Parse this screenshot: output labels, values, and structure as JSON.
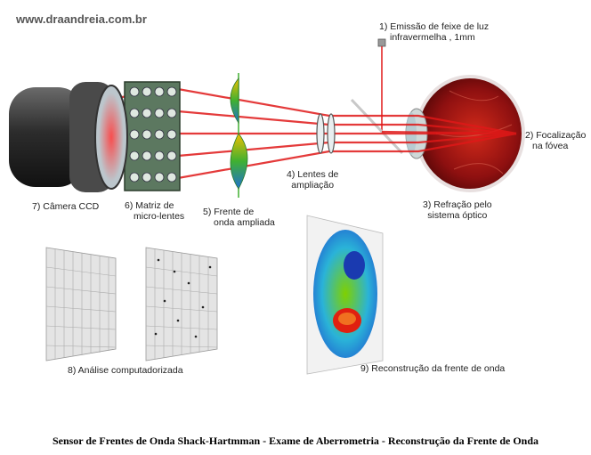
{
  "watermark": "www.draandreia.com.br",
  "labels": {
    "step1_line1": "1) Emissão de feixe de luz",
    "step1_line2": "infravermelha , 1mm",
    "step2_line1": "2) Focalização",
    "step2_line2": "na fóvea",
    "step3_line1": "3) Refração pelo",
    "step3_line2": "sistema óptico",
    "step4_line1": "4) Lentes de",
    "step4_line2": "ampliação",
    "step5_line1": "5) Frente de",
    "step5_line2": "onda ampliada",
    "step6_line1": "6) Matriz de",
    "step6_line2": "micro-lentes",
    "step7": "7) Câmera CCD",
    "step8": "8) Análise computadorizada",
    "step9": "9) Reconstrução da frente de onda"
  },
  "caption": "Sensor de Frentes de Onda Shack-Hartmman - Exame de Aberrometria - Reconstrução da Frente de Onda",
  "colors": {
    "beam": "#e01818",
    "camera": "#3a3a3a",
    "eye_red": "#a51414",
    "lens_edge": "#555555"
  }
}
